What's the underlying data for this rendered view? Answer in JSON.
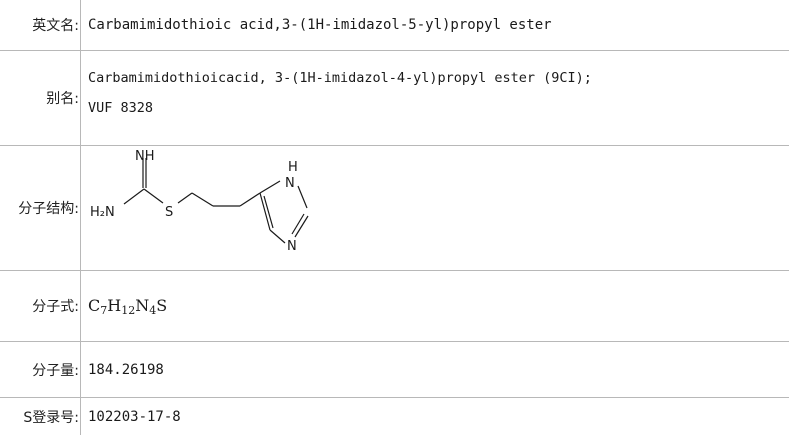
{
  "rows": [
    {
      "label": "英文名:",
      "value": "Carbamimidothioic acid,3-(1H-imidazol-5-yl)propyl ester"
    },
    {
      "label": "别名:",
      "value_line1": "Carbamimidothioicacid, 3-(1H-imidazol-4-yl)propyl ester (9CI);",
      "value_line2": "VUF 8328"
    },
    {
      "label": "分子结构:",
      "structure": {
        "atom_nh": "NH",
        "atom_h2n": "H₂N",
        "atom_s": "S",
        "atom_h": "H",
        "atom_n_ring_top": "N",
        "atom_n_ring_bottom": "N"
      }
    },
    {
      "label": "分子式:",
      "formula": {
        "c": "C",
        "c_n": "7",
        "h": "H",
        "h_n": "12",
        "n": "N",
        "n_n": "4",
        "s": "S"
      }
    },
    {
      "label": "分子量:",
      "value": "184.26198"
    },
    {
      "label": "S登录号:",
      "value": "102203-17-8"
    }
  ]
}
